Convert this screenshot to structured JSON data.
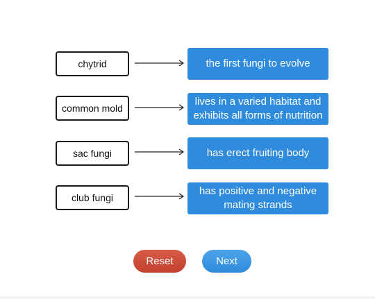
{
  "pairs": [
    {
      "term": "chytrid",
      "definition": "the first fungi to evolve"
    },
    {
      "term": "common mold",
      "definition": "lives in a varied habitat and exhibits all forms of nutrition"
    },
    {
      "term": "sac fungi",
      "definition": "has erect fruiting body"
    },
    {
      "term": "club fungi",
      "definition": "has positive and negative mating strands"
    }
  ],
  "buttons": {
    "reset_label": "Reset",
    "next_label": "Next"
  },
  "colors": {
    "definition_bg": "#2f8bdc",
    "reset_bg": "#c1412e",
    "next_bg": "#2f8bdc"
  },
  "icons": {
    "connector": "arrow-right-icon"
  }
}
